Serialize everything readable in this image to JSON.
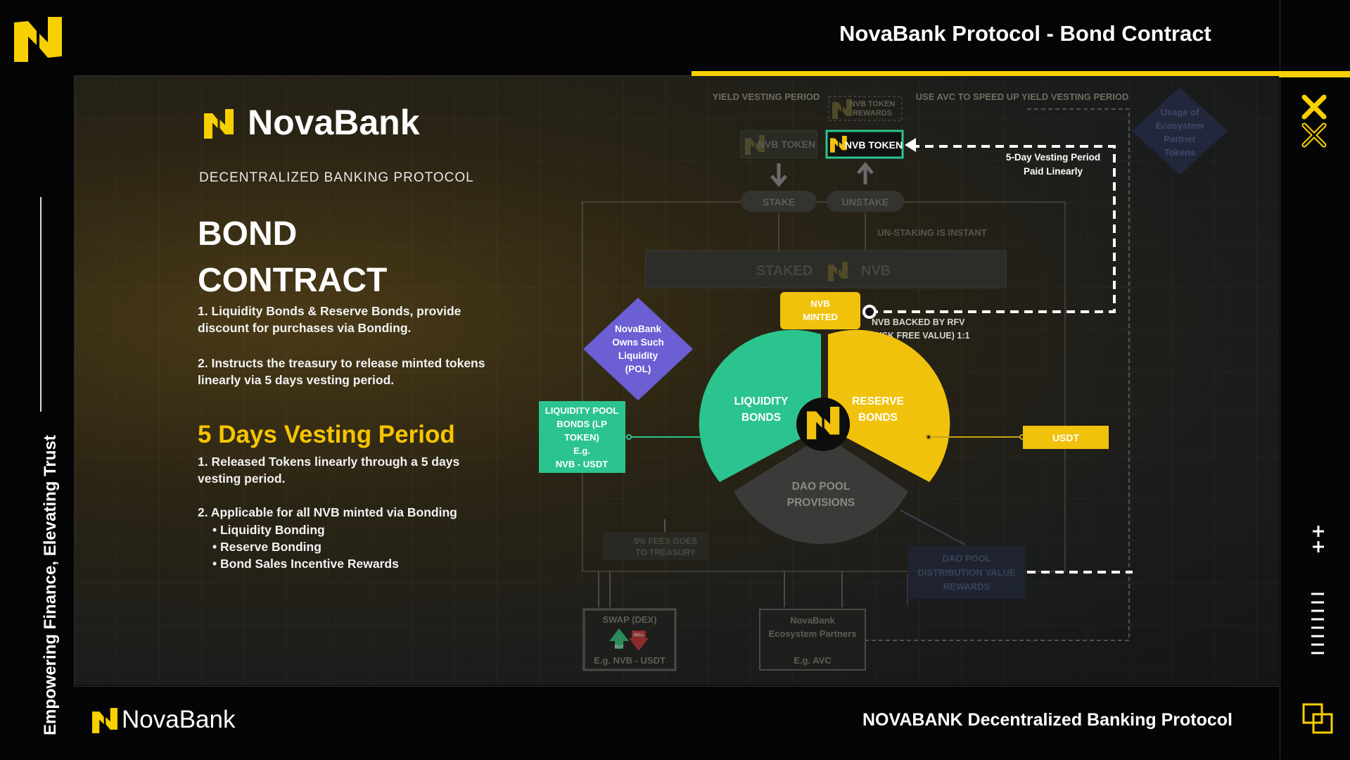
{
  "header": {
    "title": "NovaBank Protocol - Bond Contract"
  },
  "sidebar": {
    "tagline": "Empowering Finance, Elevating Trust"
  },
  "brand": {
    "name": "NovaBank",
    "subtitle": "DECENTRALIZED BANKING PROTOCOL"
  },
  "intro": {
    "title": "BOND CONTRACT",
    "point1": "1. Liquidity Bonds & Reserve Bonds, provide discount for purchases via Bonding.",
    "point2": "2. Instructs the treasury to release minted tokens linearly via 5 days vesting period."
  },
  "vesting": {
    "title": "5 Days Vesting Period",
    "point1": "1. Released Tokens linearly through a 5 days vesting period.",
    "point2": "2. Applicable for all NVB minted via Bonding",
    "bullets": [
      "• Liquidity Bonding",
      "• Reserve Bonding",
      "• Bond Sales Incentive Rewards"
    ]
  },
  "diagram": {
    "yield_vesting_period": "YIELD VESTING PERIOD",
    "use_avc": "USE AVC TO SPEED UP YIELD VESTING PERIOD",
    "nvb_token_rewards_1": "NVB TOKEN",
    "nvb_token_rewards_2": "REWARDS",
    "nvb_token_faded": "NVB TOKEN",
    "nvb_token": "NVB TOKEN",
    "stake": "STAKE",
    "unstake": "UNSTAKE",
    "unstaking_instant": "UN-STAKING IS INSTANT",
    "staked": "STAKED",
    "staked_nvb": "NVB",
    "vesting_note_1": "5-Day Vesting Period",
    "vesting_note_2": "Paid Linearly",
    "ecosystem_1": "Usage of",
    "ecosystem_2": "Ecosystem",
    "ecosystem_3": "Partner",
    "ecosystem_4": "Tokens",
    "nvb_minted_1": "NVB",
    "nvb_minted_2": "MINTED",
    "rfv_1": "NVB BACKED BY RFV",
    "rfv_2": "(RISK FREE VALUE) 1:1",
    "pol_1": "NovaBank",
    "pol_2": "Owns Such",
    "pol_3": "Liquidity",
    "pol_4": "(POL)",
    "lp_1": "LIQUIDITY POOL",
    "lp_2": "BONDS (LP",
    "lp_3": "TOKEN)",
    "lp_4": "E.g.",
    "lp_5": "NVB - USDT",
    "liq_1": "LIQUIDITY",
    "liq_2": "BONDS",
    "res_1": "RESERVE",
    "res_2": "BONDS",
    "dao_1": "DAO POOL",
    "dao_2": "PROVISIONS",
    "usdt": "USDT",
    "fees_1": "5% FEES GOES",
    "fees_2": "TO TREASURY",
    "dao_dist_1": "DAO POOL",
    "dao_dist_2": "DISTRIBUTION VALUE",
    "dao_dist_3": "REWARDS",
    "swap_1": "SWAP (DEX)",
    "swap_2": "E.g. NVB - USDT",
    "buy": "BUY",
    "sell": "SELL",
    "eco_1": "NovaBank",
    "eco_2": "Ecosystem Partners",
    "eco_3": "E.g. AVC"
  },
  "footer": {
    "brand": "NovaBank",
    "tagline": "NOVABANK  Decentralized Banking Protocol"
  },
  "colors": {
    "accent": "#f7d000",
    "green": "#2cc48e",
    "purple": "#6b5fd3",
    "yellow_bond": "#f0c20c"
  }
}
